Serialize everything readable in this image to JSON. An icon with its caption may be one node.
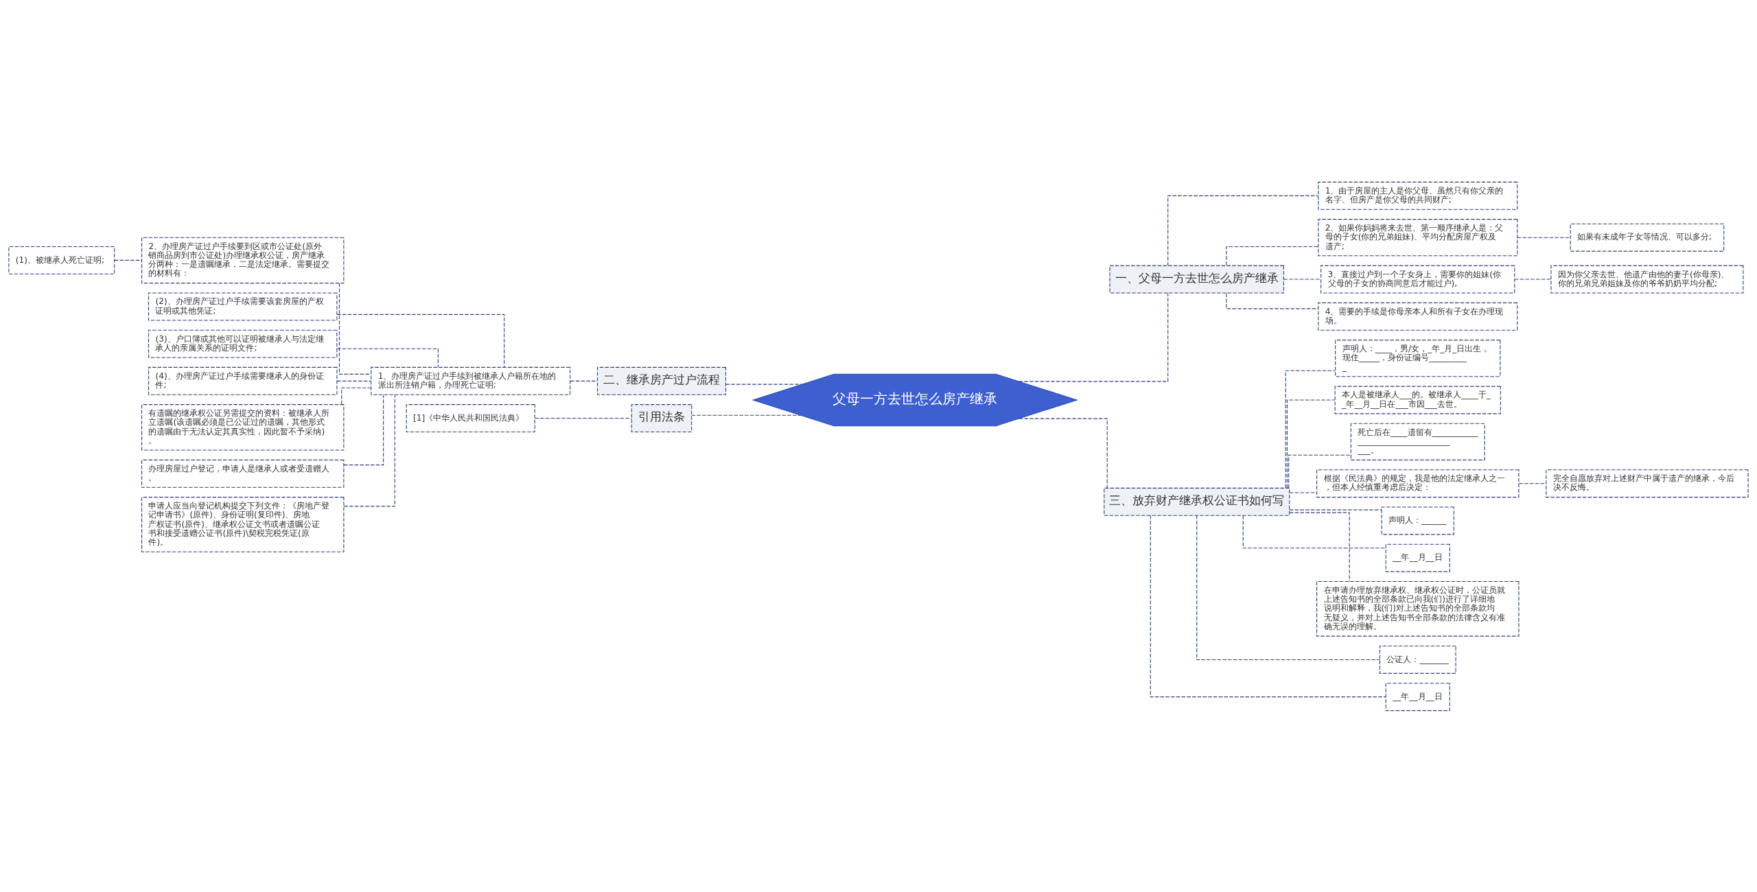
{
  "diagram": {
    "nodes": [
      {
        "text": [
          "父母一方去世怎么房产继承"
        ]
      },
      {
        "text": [
          "二、继承房产过户流程"
        ]
      },
      {
        "text": [
          "1、办理房产证过户手续到被继承人户籍所在地的派出所注销户籍，办理死亡证明;"
        ]
      },
      {
        "text": [
          "2、办理房产证过户手续要到区或市公证处(原外销商品房到市公证处)办理继承权公证，房产继承分两种：一是遗嘱继承，二是法定继承。需要提交的材料有："
        ]
      },
      {
        "text": [
          "(1)、被继承人死亡证明;"
        ]
      },
      {
        "text": [
          "(2)、办理房产证过户手续需要该套房屋的产权证明或其他凭证;"
        ]
      },
      {
        "text": [
          "(3)、户口簿或其他可以证明被继承人与法定继承人的亲属关系的证明文件;"
        ]
      },
      {
        "text": [
          "(4)、办理房产证过户手续需要继承人的身份证件;"
        ]
      },
      {
        "text": [
          "有遗嘱的继承权公证另需提交的资料：被继承人所立遗嘱(该遗嘱必须是已公证过的遗嘱，其他形式的遗嘱由于无法认定其真实性，因此暂不予采纳)。"
        ]
      },
      {
        "text": [
          "办理房屋过户登记，申请人是继承人或者受遗赠人。"
        ]
      },
      {
        "text": [
          "申请人应当向登记机构提交下列文件：《房地产登记申请书》(原件)、身份证明(复印件)、房地产权证书(原件)、继承权公证文书或者遗嘱公证书和接受遗赠公证书(原件)\\契税完税凭证(原件)。"
        ]
      },
      {
        "text": [
          "引用法条"
        ]
      },
      {
        "text": [
          "[1]《中华人民共和国民法典》"
        ]
      },
      {
        "text": [
          "一、父母一方去世怎么房产继承"
        ]
      },
      {
        "text": [
          "1、由于房屋的主人是你父母、虽然只有你父亲的名字、但房产是你父母的共同财产;"
        ]
      },
      {
        "text": [
          "2、如果你妈妈将来去世、第一顺序继承人是：父母的子女(你的兄弟姐妹)、平均分配房屋产权及遗产;"
        ]
      },
      {
        "text": [
          "如果有未成年子女等情况、可以多分;"
        ]
      },
      {
        "text": [
          "3、直接过户到一个子女身上，需要你的姐妹(你父母的子女的协商同意后才能过户),"
        ]
      },
      {
        "text": [
          "因为你父亲去世、他遗产由他的妻子(你母亲)、你的兄弟兄弟姐妹及你的爷爷奶奶平均分配;"
        ]
      },
      {
        "text": [
          "4、需要的手续是你母亲本人和所有子女在办理现场。"
        ]
      },
      {
        "text": [
          "三、放弃财产继承权公证书如何写"
        ]
      },
      {
        "text": [
          "声明人：____，男/女，_年_月_日出生，现住_____，身份证编号__________"
        ]
      },
      {
        "text": [
          "本人是被继承人___的。被继承人____于__年__月__日在___市因___去世。"
        ]
      },
      {
        "text": [
          "死亡后在____遗留有____________________________________。"
        ]
      },
      {
        "text": [
          "根据《民法典》的规定，我是他的法定继承人之一，但本人经慎重考虑后决定："
        ]
      },
      {
        "text": [
          "完全自愿放弃对上述财产中属于遗产的继承，今后决不反悔。"
        ]
      },
      {
        "text": [
          "声明人：______"
        ]
      },
      {
        "text": [
          "__年__月__日"
        ]
      },
      {
        "text": [
          "在申请办理放弃继承权、继承权公证时，公证员就上述告知书的全部条款已向我(们)进行了详细地说明和解释，我(们)对上述告知书的全部条款均无疑义，并对上述告知书全部条款的法律含义有准确无误的理解。"
        ]
      },
      {
        "text": [
          "公证人：_______"
        ]
      },
      {
        "text": [
          "__年__月__日"
        ]
      }
    ],
    "edges": [
      {
        "from": 0,
        "to": 1,
        "arrow": "none"
      },
      {
        "from": 1,
        "to": 2,
        "arrow": "none"
      },
      {
        "from": 2,
        "to": 3,
        "arrow": "none"
      },
      {
        "from": 3,
        "to": 4,
        "arrow": "none"
      },
      {
        "from": 2,
        "to": 5,
        "arrow": "none"
      },
      {
        "from": 2,
        "to": 6,
        "arrow": "none"
      },
      {
        "from": 2,
        "to": 7,
        "arrow": "none"
      },
      {
        "from": 2,
        "to": 8,
        "arrow": "none"
      },
      {
        "from": 2,
        "to": 9,
        "arrow": "none"
      },
      {
        "from": 2,
        "to": 10,
        "arrow": "none"
      },
      {
        "from": 0,
        "to": 11,
        "arrow": "none"
      },
      {
        "from": 11,
        "to": 12,
        "arrow": "none"
      },
      {
        "from": 0,
        "to": 13,
        "arrow": "none"
      },
      {
        "from": 13,
        "to": 14,
        "arrow": "none"
      },
      {
        "from": 13,
        "to": 15,
        "arrow": "none"
      },
      {
        "from": 15,
        "to": 16,
        "arrow": "none"
      },
      {
        "from": 13,
        "to": 17,
        "arrow": "none"
      },
      {
        "from": 17,
        "to": 18,
        "arrow": "none"
      },
      {
        "from": 13,
        "to": 19,
        "arrow": "none"
      },
      {
        "from": 0,
        "to": 20,
        "arrow": "none"
      },
      {
        "from": 20,
        "to": 21,
        "arrow": "none"
      },
      {
        "from": 20,
        "to": 22,
        "arrow": "none"
      },
      {
        "from": 20,
        "to": 23,
        "arrow": "none"
      },
      {
        "from": 20,
        "to": 24,
        "arrow": "none"
      },
      {
        "from": 24,
        "to": 25,
        "arrow": "none"
      },
      {
        "from": 20,
        "to": 26,
        "arrow": "none"
      },
      {
        "from": 20,
        "to": 27,
        "arrow": "none"
      },
      {
        "from": 20,
        "to": 28,
        "arrow": "none"
      },
      {
        "from": 20,
        "to": 29,
        "arrow": "none"
      },
      {
        "from": 20,
        "to": 30,
        "arrow": "none"
      }
    ]
  }
}
